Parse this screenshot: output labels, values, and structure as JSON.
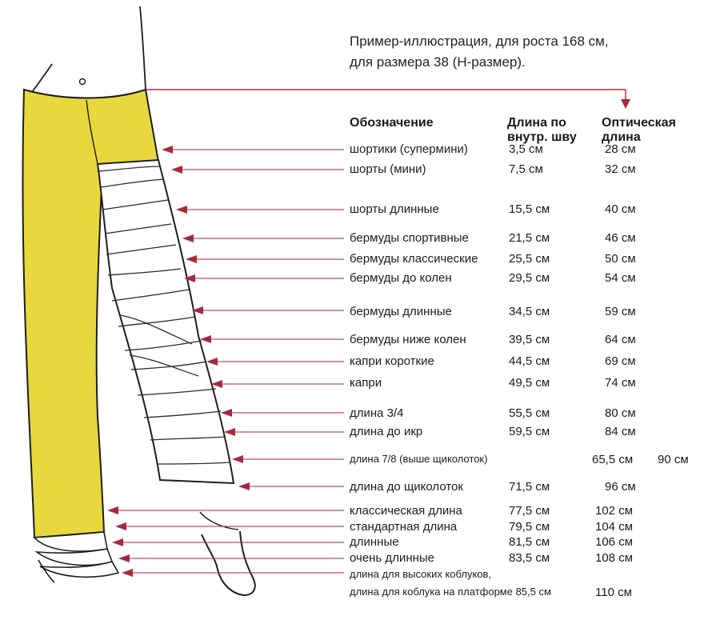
{
  "caption": {
    "line1": "Пример-иллюстрация, для роста 168 см,",
    "line2": "для размера 38 (Н-размер)."
  },
  "headers": {
    "designation": "Обозначение",
    "inner_line1": "Длина по",
    "inner_line2": "внутр. шву",
    "optical_line1": "Оптическая",
    "optical_line2": "длина"
  },
  "rows": [
    {
      "label": "шортики (супермини)",
      "inner": "3,5 см",
      "optical": "28 см"
    },
    {
      "label": "шорты (мини)",
      "inner": "7,5 см",
      "optical": "32 см"
    },
    {
      "label": "шорты длинные",
      "inner": "15,5 см",
      "optical": "40 см"
    },
    {
      "label": "бермуды спортивные",
      "inner": "21,5 см",
      "optical": "46 см"
    },
    {
      "label": "бермуды классические",
      "inner": "25,5 см",
      "optical": "50 см"
    },
    {
      "label": "бермуды до колен",
      "inner": "29,5 см",
      "optical": "54 см"
    },
    {
      "label": "бермуды длинные",
      "inner": "34,5 см",
      "optical": "59 см"
    },
    {
      "label": "бермуды ниже колен",
      "inner": "39,5 см",
      "optical": "64 см"
    },
    {
      "label": "капри короткие",
      "inner": "44,5 см",
      "optical": "69 см"
    },
    {
      "label": "капри",
      "inner": "49,5 см",
      "optical": "74 см"
    },
    {
      "label": "длина 3/4",
      "inner": "55,5 см",
      "optical": "80 см"
    },
    {
      "label": "длина до икр",
      "inner": "59,5 см",
      "optical": "84 см"
    },
    {
      "label": "длина 7/8 (выше щиколоток)",
      "inner": "65,5 см",
      "optical": "90 см"
    },
    {
      "label": "длина до щиколоток",
      "inner": "71,5 см",
      "optical": "96 см"
    },
    {
      "label": "классическая длина",
      "inner": "77,5 см",
      "optical": "102 см"
    },
    {
      "label": "стандартная длина",
      "inner": "79,5 см",
      "optical": "104 см"
    },
    {
      "label": "длинные",
      "inner": "81,5 см",
      "optical": "106 см"
    },
    {
      "label": "очень длинные",
      "inner": "83,5 см",
      "optical": "108 см"
    },
    {
      "label": "длина для высоких коблуков,",
      "inner": "",
      "optical": ""
    },
    {
      "label": "длина для коблука на платформе 85,5 см",
      "inner": "",
      "optical": "110 см"
    }
  ],
  "colors": {
    "trouser_fill": "#e8d83e",
    "trouser_outline": "#1e1e1e",
    "arrow": "#a52a3c"
  }
}
